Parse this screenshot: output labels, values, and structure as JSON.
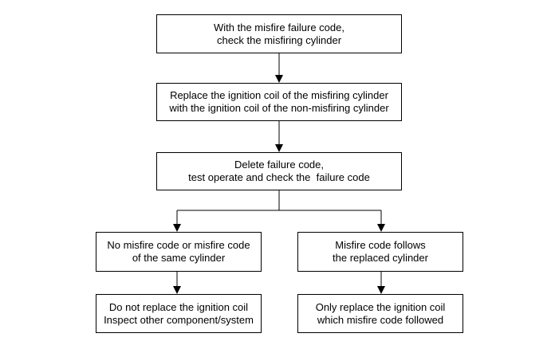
{
  "steps": {
    "step1": {
      "line1": "With the misfire failure code,",
      "line2": "check the misfiring cylinder"
    },
    "step2": {
      "line1": "Replace the ignition coil of the misfiring cylinder",
      "line2": "with the ignition coil of the non-misfiring cylinder"
    },
    "step3": {
      "line1": "Delete failure code,",
      "line2": "test operate and check the  failure code"
    },
    "left_outcome": {
      "line1": "No misfire code or misfire code",
      "line2": "of the same cylinder"
    },
    "right_outcome": {
      "line1": "Misfire code follows",
      "line2": "the replaced cylinder"
    },
    "left_action": {
      "line1": "Do not replace the ignition coil",
      "line2": "Inspect other component/system"
    },
    "right_action": {
      "line1": "Only replace the ignition coil",
      "line2": "which misfire code followed"
    }
  },
  "colors": {
    "stroke": "#000000",
    "background": "#ffffff"
  }
}
